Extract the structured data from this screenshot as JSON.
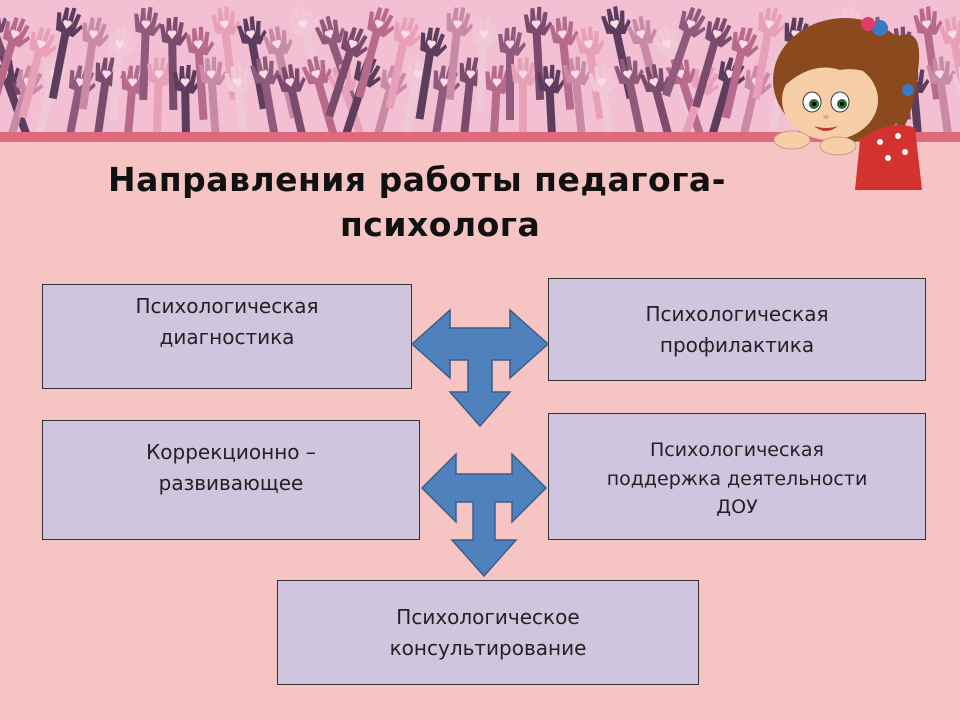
{
  "slide": {
    "title_line1": "Направления работы педагога-",
    "title_line2": "психолога"
  },
  "boxes": {
    "diagnostics": "Психологическая\nдиагностика",
    "prevention": "Психологическая\nпрофилактика",
    "correction": "Коррекционно –\nразвивающее",
    "support": "Психологическая\nподдержка деятельности\nДОУ",
    "counseling": "Психологическое\nконсультирование"
  },
  "colors": {
    "background": "#f7c4c4",
    "box_fill": "#cfc5df",
    "arrow_fill": "#4f81bd",
    "banner": "#f3bfd2",
    "banner_line": "#e06a7d"
  },
  "icons": {
    "banner": "hands-pattern",
    "character": "girl-peeking-illustration"
  }
}
